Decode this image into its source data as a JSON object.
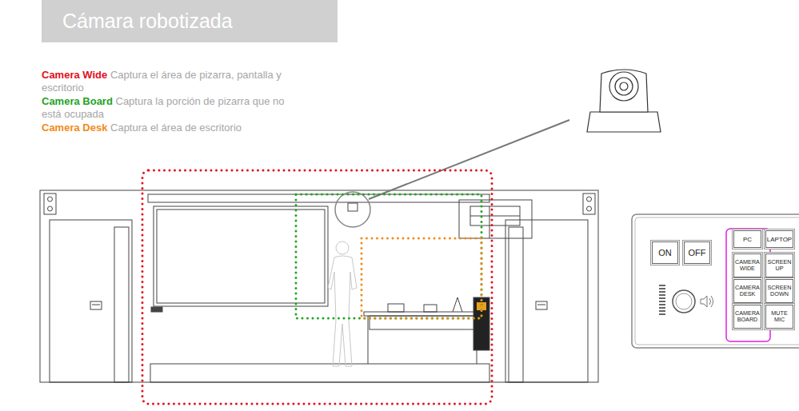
{
  "diagram": {
    "title": "Cámara robotizada",
    "nodes": [
      {
        "text": [
          "ON"
        ]
      },
      {
        "text": [
          "OFF"
        ]
      },
      {
        "text": [
          "PC"
        ]
      },
      {
        "text": [
          "LAPTOP"
        ]
      },
      {
        "text": [
          "CAMERA WIDE"
        ]
      },
      {
        "text": [
          "SCREEN UP"
        ]
      },
      {
        "text": [
          "CAMERA DESK"
        ]
      },
      {
        "text": [
          "SCREEN DOWN"
        ]
      },
      {
        "text": [
          "CAMERA BOARD"
        ]
      },
      {
        "text": [
          "MUTE MIC"
        ]
      }
    ],
    "labels": [
      "Captura el área de pizarra, pantalla y escritorio",
      "Captura la porción de pizarra que no está ocupada",
      "Captura el área de escritorio"
    ],
    "legend": [
      {
        "text": "Camera Wide",
        "color": "#e3101c"
      },
      {
        "text": "Camera Board",
        "color": "#1fa31f"
      },
      {
        "text": "Camera Desk",
        "color": "#f28a1a"
      }
    ]
  }
}
